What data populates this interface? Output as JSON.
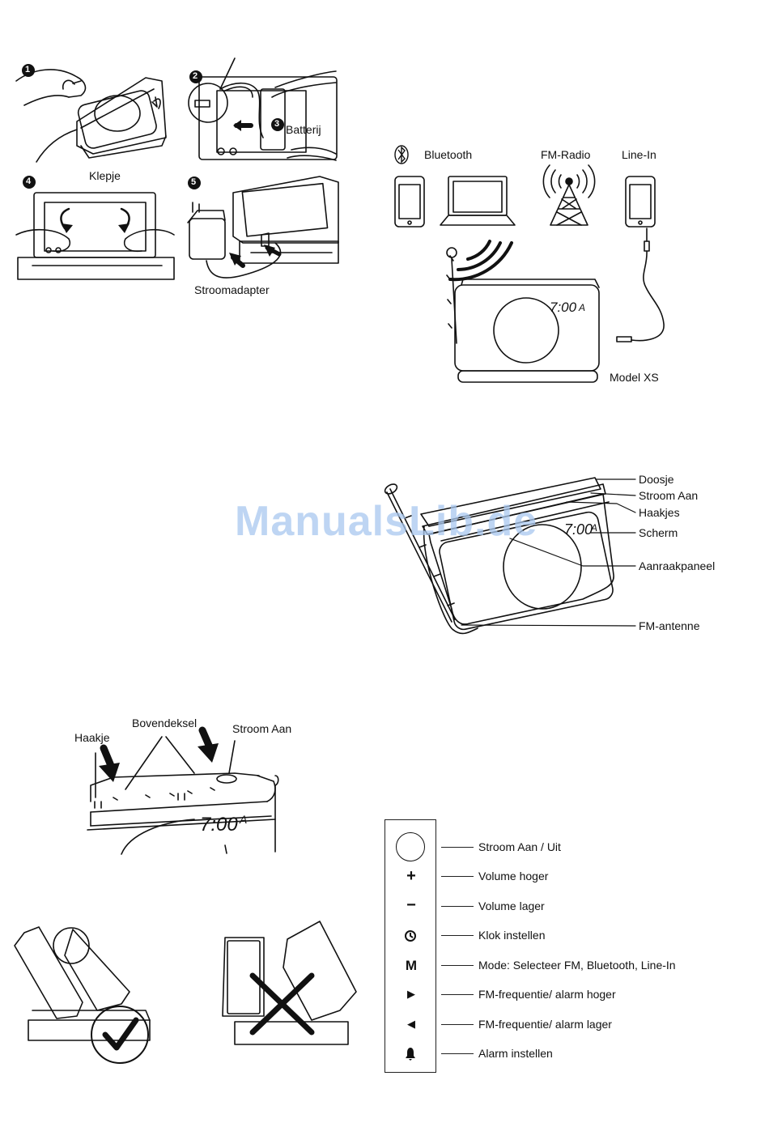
{
  "install": {
    "step_badges": [
      "1",
      "2",
      "3",
      "4",
      "5"
    ],
    "battery_label": "Batterij",
    "flap_label": "Klepje",
    "adapter_label": "Stroomadapter"
  },
  "connectivity": {
    "bluetooth_label": "Bluetooth",
    "fm_label": "FM-Radio",
    "linein_label": "Line-In",
    "clock_display": "7:00",
    "alarm_mark": "A",
    "model_label": "Model XS"
  },
  "parts": {
    "labels": [
      "Doosje",
      "Stroom Aan",
      "Haakjes",
      "Scherm",
      "Aanraakpaneel",
      "FM-antenne"
    ],
    "clock_display": "7:00",
    "alarm_mark": "A"
  },
  "cover": {
    "hook_label": "Haakje",
    "top_cover_label": "Bovendeksel",
    "power_label": "Stroom Aan",
    "clock_display": "7:00",
    "alarm_mark": "A"
  },
  "watermark": "ManualsLib.de",
  "keys": {
    "items": [
      {
        "icon": "power-circle",
        "symbol": "",
        "label": "Stroom Aan / Uit"
      },
      {
        "icon": "plus-icon",
        "symbol": "+",
        "label": "Volume hoger"
      },
      {
        "icon": "minus-icon",
        "symbol": "−",
        "label": "Volume lager"
      },
      {
        "icon": "clock-icon",
        "symbol": "",
        "label": "Klok instellen"
      },
      {
        "icon": "mode-icon",
        "symbol": "M",
        "label": "Mode: Selecteer FM, Bluetooth, Line-In"
      },
      {
        "icon": "play-right-icon",
        "symbol": "▶",
        "label": "FM-frequentie/ alarm hoger"
      },
      {
        "icon": "play-left-icon",
        "symbol": "◀",
        "label": "FM-frequentie/ alarm lager"
      },
      {
        "icon": "bell-icon",
        "symbol": "",
        "label": "Alarm instellen"
      }
    ]
  }
}
